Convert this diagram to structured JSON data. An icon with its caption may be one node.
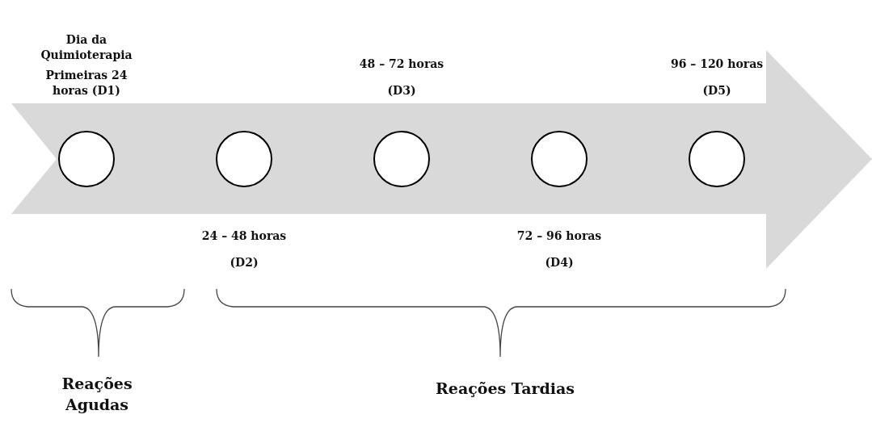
{
  "diagram": {
    "nodes": [
      {
        "text": [],
        "shape": "circle",
        "beside": [
          "Dia da Quimioterapia",
          "Primeiras 24 horas (D1)"
        ]
      },
      {
        "text": [],
        "shape": "circle",
        "beside": [
          "24 – 48 horas",
          "(D2)"
        ]
      },
      {
        "text": [],
        "shape": "circle",
        "beside": [
          "48 – 72 horas",
          "(D3)"
        ]
      },
      {
        "text": [],
        "shape": "circle",
        "beside": [
          "72 – 96 horas",
          "(D4)"
        ]
      },
      {
        "text": [],
        "shape": "circle",
        "beside": [
          "96 – 120 horas",
          "(D5)"
        ]
      }
    ],
    "labels": [
      "Reações Agudas",
      "Reações Tardias"
    ]
  }
}
